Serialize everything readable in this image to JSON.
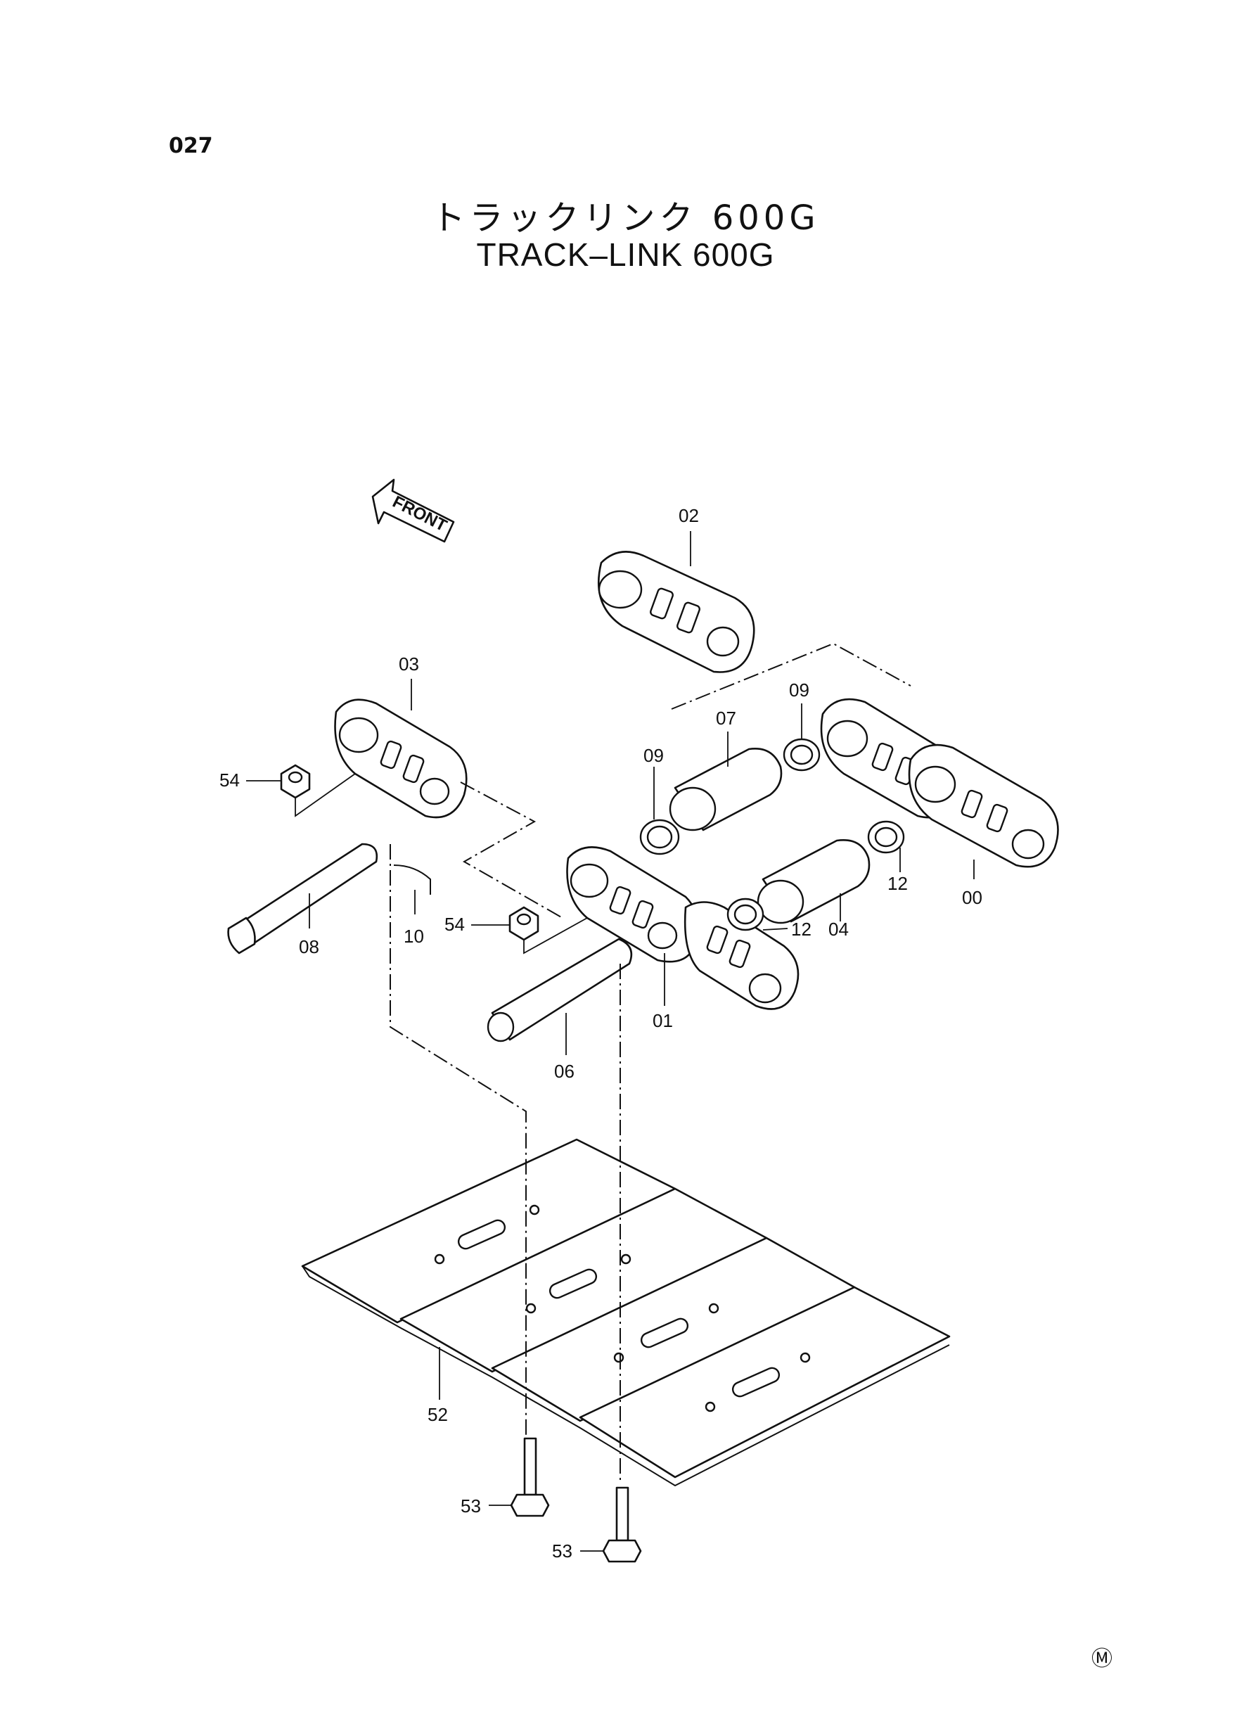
{
  "page_number": "027",
  "title_jp": "トラックリンク 600G",
  "title_en": "TRACK–LINK 600G",
  "front_label": "FRONT",
  "callouts": {
    "c02": "02",
    "c03": "03",
    "c09a": "09",
    "c09b": "09",
    "c07": "07",
    "c54a": "54",
    "c54b": "54",
    "c08": "08",
    "c10": "10",
    "c06": "06",
    "c01": "01",
    "c12a": "12",
    "c12b": "12",
    "c04": "04",
    "c00": "00",
    "c52": "52",
    "c53a": "53",
    "c53b": "53"
  },
  "corner_mark": "Ⓜ"
}
